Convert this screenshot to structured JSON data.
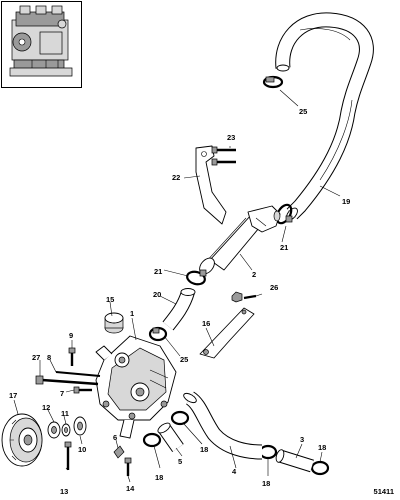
{
  "figure_number": "51411",
  "callouts": {
    "c1": "1",
    "c2": "2",
    "c3": "3",
    "c4": "4",
    "c5": "5",
    "c6": "6",
    "c7": "7",
    "c8": "8",
    "c9": "9",
    "c10": "10",
    "c11": "11",
    "c12": "12",
    "c13": "13",
    "c14": "14",
    "c15": "15",
    "c16": "16",
    "c17": "17",
    "c18a": "18",
    "c18b": "18",
    "c18c": "18",
    "c18d": "18",
    "c19": "19",
    "c20": "20",
    "c21a": "21",
    "c21b": "21",
    "c22": "22",
    "c23": "23",
    "c25a": "25",
    "c25b": "25",
    "c26": "26",
    "c27": "27"
  }
}
